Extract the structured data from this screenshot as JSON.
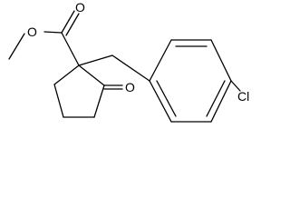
{
  "molecule": {
    "atom_labels": {
      "ester_carbonyl_oxygen": "O",
      "ester_ether_oxygen": "O",
      "ketone_oxygen": "O",
      "chlorine": "Cl"
    }
  }
}
